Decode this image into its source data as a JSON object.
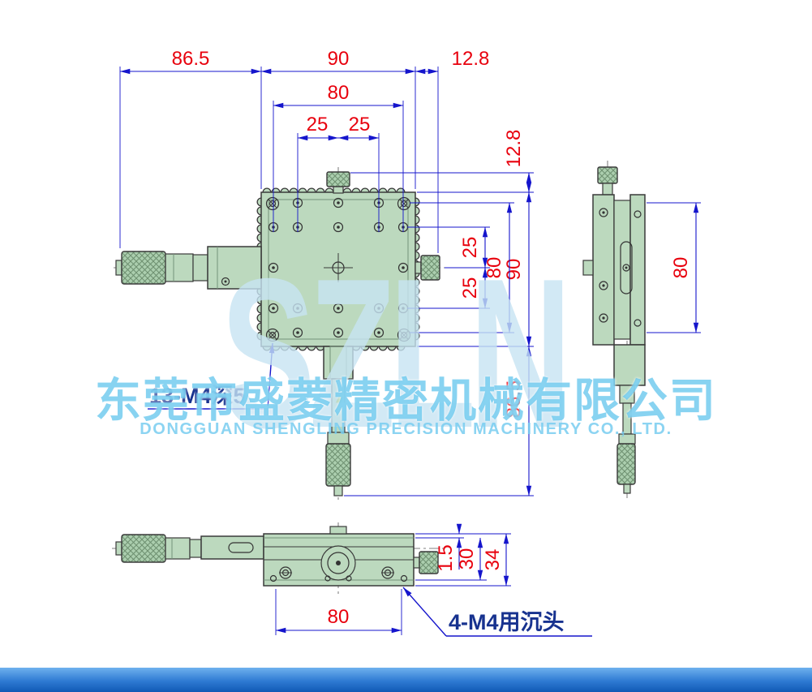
{
  "watermark": {
    "logo": "SZLN",
    "company_cn": "东莞市盛菱精密机械有限公司",
    "company_en": "DONGGUAN SHENGLING PRECISION MACHINERY CO., LTD."
  },
  "annotations": {
    "top_view_holes": "13-M4深5",
    "front_view_holes": "4-M4用沉头"
  },
  "dimensions": {
    "top": {
      "left_width": "86.5",
      "body_width": "90",
      "right_offset": "12.8",
      "hole_span": "80",
      "pitch_left": "25",
      "pitch_right": "25"
    },
    "right": {
      "knob_offset": "12.8",
      "pitch_upper": "25",
      "pitch_lower": "25",
      "hole_span": "80",
      "body_height": "90",
      "micrometer_length": "86.5"
    },
    "side": {
      "hole_span": "80"
    },
    "front": {
      "plate": "1.5",
      "upper_height": "30",
      "total_height": "34",
      "hole_span": "80"
    }
  },
  "colors": {
    "dimension_line": "#1515cc",
    "dimension_text": "#e8000d",
    "annotation_text": "#17328f",
    "body_fill": "#bcd9be",
    "watermark_logo": "#c7e4f3",
    "watermark_text": "#55c0eb",
    "footer_bar": "#2e7ad3"
  }
}
